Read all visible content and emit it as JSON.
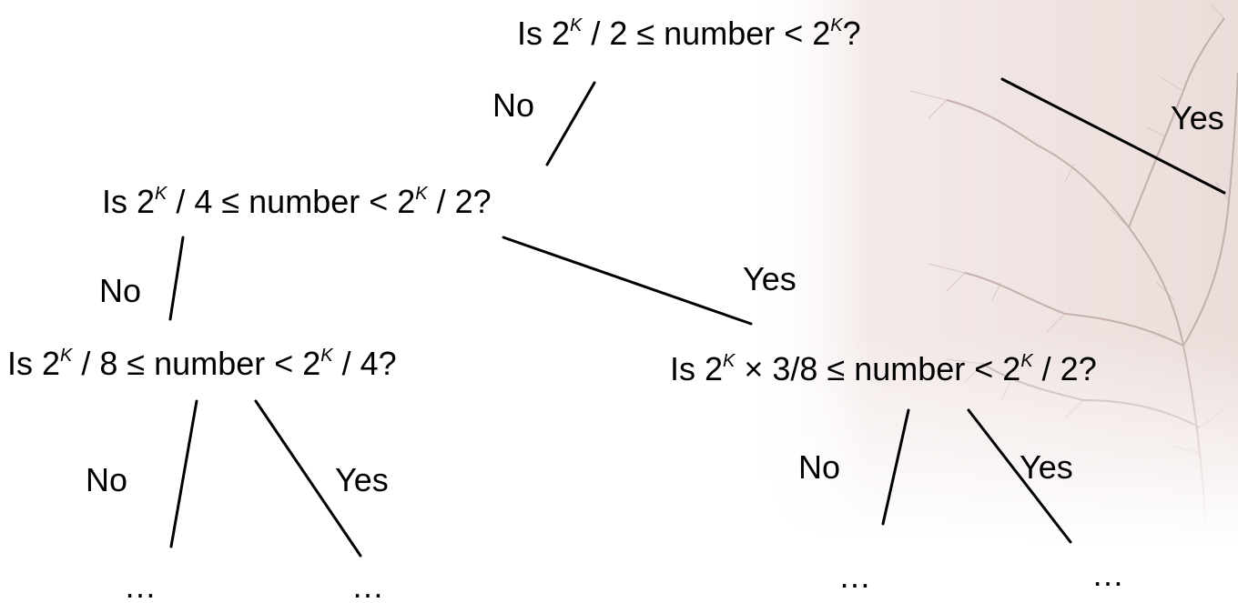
{
  "nodes": {
    "root": {
      "pre": "Is 2",
      "exp": "K",
      "mid": " / 2 ≤ number < 2",
      "exp2": "K",
      "post": "?"
    },
    "left": {
      "pre": "Is 2",
      "exp": "K",
      "mid": " / 4 ≤ number < 2",
      "exp2": "K",
      "post": " / 2?"
    },
    "left_left": {
      "pre": "Is 2",
      "exp": "K",
      "mid": " / 8 ≤ number < 2",
      "exp2": "K",
      "post": " / 4?"
    },
    "left_right": {
      "pre": "Is 2",
      "exp": "K",
      "mid": " × 3/8 ≤ number < 2",
      "exp2": "K",
      "post": " / 2?"
    }
  },
  "edge_labels": {
    "root_no": "No",
    "root_yes": "Yes",
    "left_no": "No",
    "left_yes": "Yes",
    "ll_no": "No",
    "ll_yes": "Yes",
    "lr_no": "No",
    "lr_yes": "Yes"
  },
  "leaves": {
    "ll_no_leaf": "…",
    "ll_yes_leaf": "…",
    "lr_no_leaf": "…",
    "lr_yes_leaf": "…"
  },
  "colors": {
    "background": "#ffffff",
    "text": "#000000",
    "tree_photo": "#b9a3a3",
    "tree_photo_wash": "#efe4e2"
  }
}
